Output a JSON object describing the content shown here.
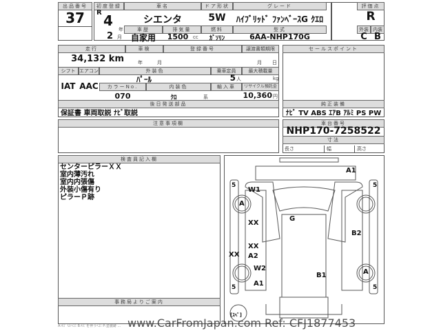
{
  "header": {
    "lot_label": "出品番号",
    "lot": "37",
    "first_reg_label": "初度登録",
    "era": "R",
    "year": "4",
    "year_unit": "年",
    "month": "2",
    "month_unit": "月",
    "name_label": "車名",
    "name": "シエンタ",
    "door_label": "ドア形状",
    "door": "5W",
    "grade_label": "グレード",
    "grade": "ﾊｲﾌﾞﾘｯﾄﾞ ﾌｧﾝﾍﾞｰｽG ｸｴﾛ",
    "score_label": "評価点",
    "score": "R",
    "usage_label": "車歴",
    "usage": "自家用",
    "disp_label": "排気量",
    "disp": "1500",
    "disp_unit": "cc",
    "fuel_label": "燃料",
    "fuel": "ｶﾞｿﾘﾝ",
    "model_label": "型式",
    "model": "6AA-NHP170G",
    "ext_label": "外装",
    "ext": "C",
    "int_label": "内装",
    "int": "B"
  },
  "details": {
    "mileage_label": "走行",
    "mileage": "34,132 km",
    "inspection_label": "車検",
    "inspection_year": "年",
    "inspection_month": "月",
    "reg_no_label": "登録番号",
    "transfer_label": "譲渡書類期限",
    "transfer_month": "月",
    "transfer_day": "日",
    "shift_label": "シフト",
    "shift": "IAT",
    "ac_label": "エアコン",
    "ac": "AAC",
    "color_label": "外装色",
    "color": "ﾊﾟｰﾙ",
    "capacity_label": "乗車定員",
    "capacity": "5",
    "capacity_unit": "人",
    "load_label": "最大積載量",
    "load_unit": "kg",
    "color_no_label": "カラーNo.",
    "color_no": "070",
    "interior_label": "内装色",
    "interior": "ｸﾛ",
    "interior_unit": "系",
    "import_label": "輸入車",
    "recycle_label": "リサイクル預託金",
    "recycle": "10,360",
    "recycle_unit": "円",
    "later_parts_label": "後日発送部品",
    "later_parts": "保証書 車両取説 ﾅﾋﾞ取説"
  },
  "sales": {
    "label": "セールスポイント",
    "equip_label": "純正装備",
    "equip": "ﾅﾋﾞ TV ABS ｴｱB ｱﾙﾐ PS PW"
  },
  "notes": {
    "label": "注意事項欄"
  },
  "chassis": {
    "label": "車台番号",
    "number": "NHP170-7258522",
    "size_label": "寸法",
    "length": "長さ",
    "width": "幅",
    "height": "高さ"
  },
  "inspector": {
    "label": "検査員記入欄",
    "lines": [
      "センターピラーＸＸ",
      "室内薄汚れ",
      "室内内張傷",
      "外装小傷有り",
      "ピラーＰ跡"
    ]
  },
  "office": {
    "label": "事務局よりご案内"
  },
  "diagram": {
    "tires": [
      "5",
      "5",
      "5",
      "5"
    ],
    "marks": [
      "A1",
      "W1",
      "A",
      "XX",
      "G",
      "B2",
      "XX",
      "A2",
      "XX",
      "W2",
      "A",
      "A1",
      "B1"
    ],
    "spare": "[ｽﾍﾟ]"
  },
  "footer": {
    "legend": "A:ｷｽﾞ U:ﾍｺﾐ B:ｷｽﾞを伴うﾍｺﾐ P:塗装跡 ...",
    "watermark": "www.CarFromJapan.com Ref: CFJ1877453"
  }
}
